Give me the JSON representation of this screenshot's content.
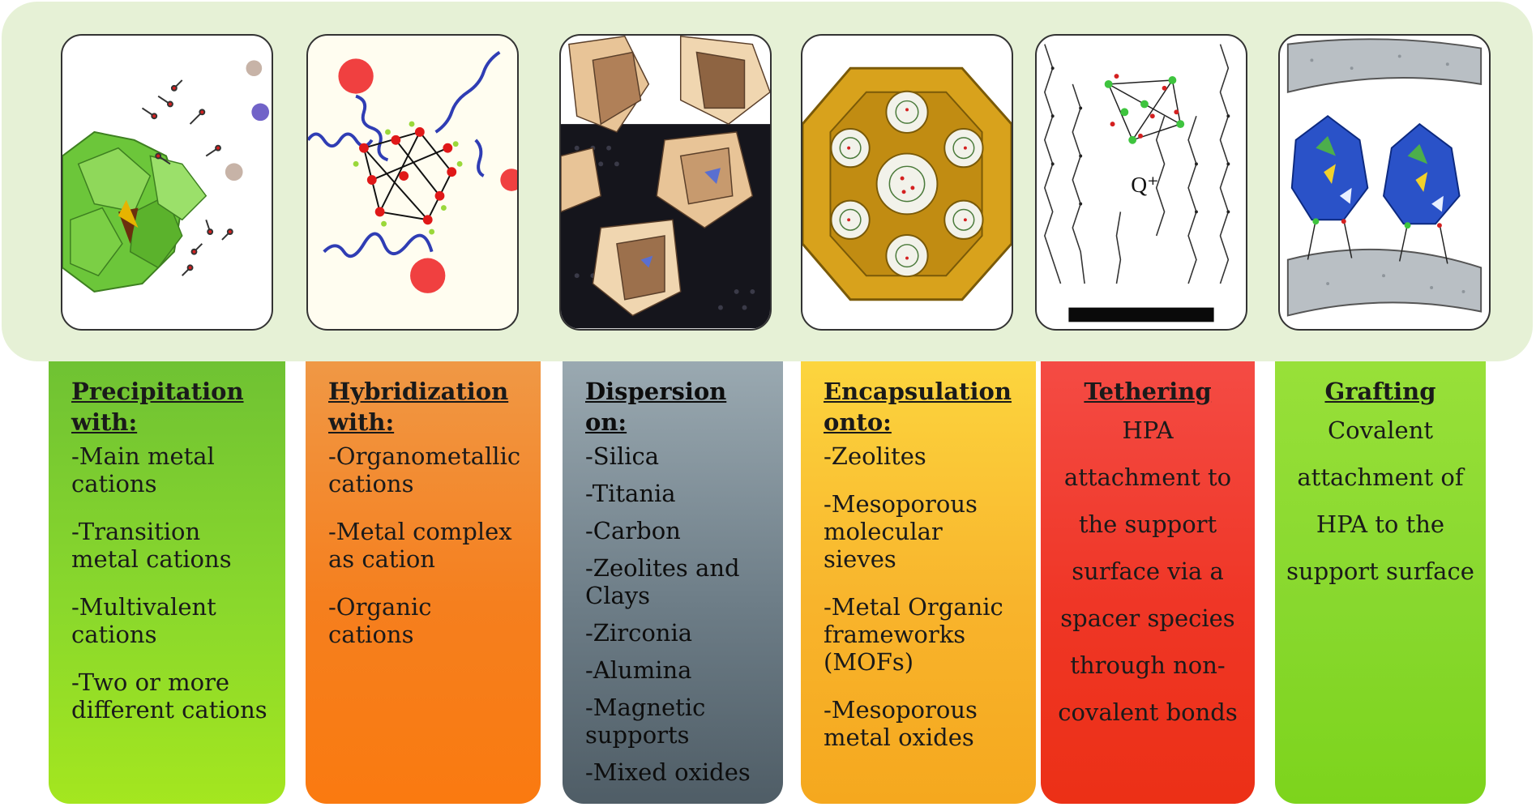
{
  "columns": [
    {
      "title": "Precipitation with:",
      "items": [
        "-Main metal cations",
        "-Transition metal cations",
        "-Multivalent cations",
        "-Two or more different cations"
      ],
      "color": "#8ad82c"
    },
    {
      "title": "Hybridization with:",
      "items": [
        "-Organometallic cations",
        "-Metal complex as cation",
        "-Organic cations"
      ],
      "color": "#f57f1e"
    },
    {
      "title": "Dispersion on:",
      "items": [
        "-Silica",
        "-Titania",
        "-Carbon",
        "-Zeolites and Clays",
        "-Zirconia",
        "-Alumina",
        "-Magnetic supports",
        "-Mixed oxides"
      ],
      "color": "#6d7d87"
    },
    {
      "title": "Encapsulation onto:",
      "items": [
        "-Zeolites",
        "-Mesoporous molecular sieves",
        "-Metal Organic frameworks (MOFs)",
        "-Mesoporous metal oxides"
      ],
      "color": "#f8b42c"
    },
    {
      "title": "Tethering",
      "description": "HPA attachment to the support surface via a spacer species through non-covalent bonds",
      "color": "#ef3626"
    },
    {
      "title": "Grafting",
      "description": "Covalent attachment of HPA to the support surface",
      "color": "#88d82e"
    }
  ],
  "illustrations": {
    "tethering_label": "Q⁺"
  },
  "colors": {
    "panel_background": "#e6f1d6",
    "polyhedron_green": "#6cc63a",
    "polyhedron_tan": "#e8c497",
    "framework_gold": "#d8a21c",
    "polyhedron_blue": "#2a52c8"
  }
}
